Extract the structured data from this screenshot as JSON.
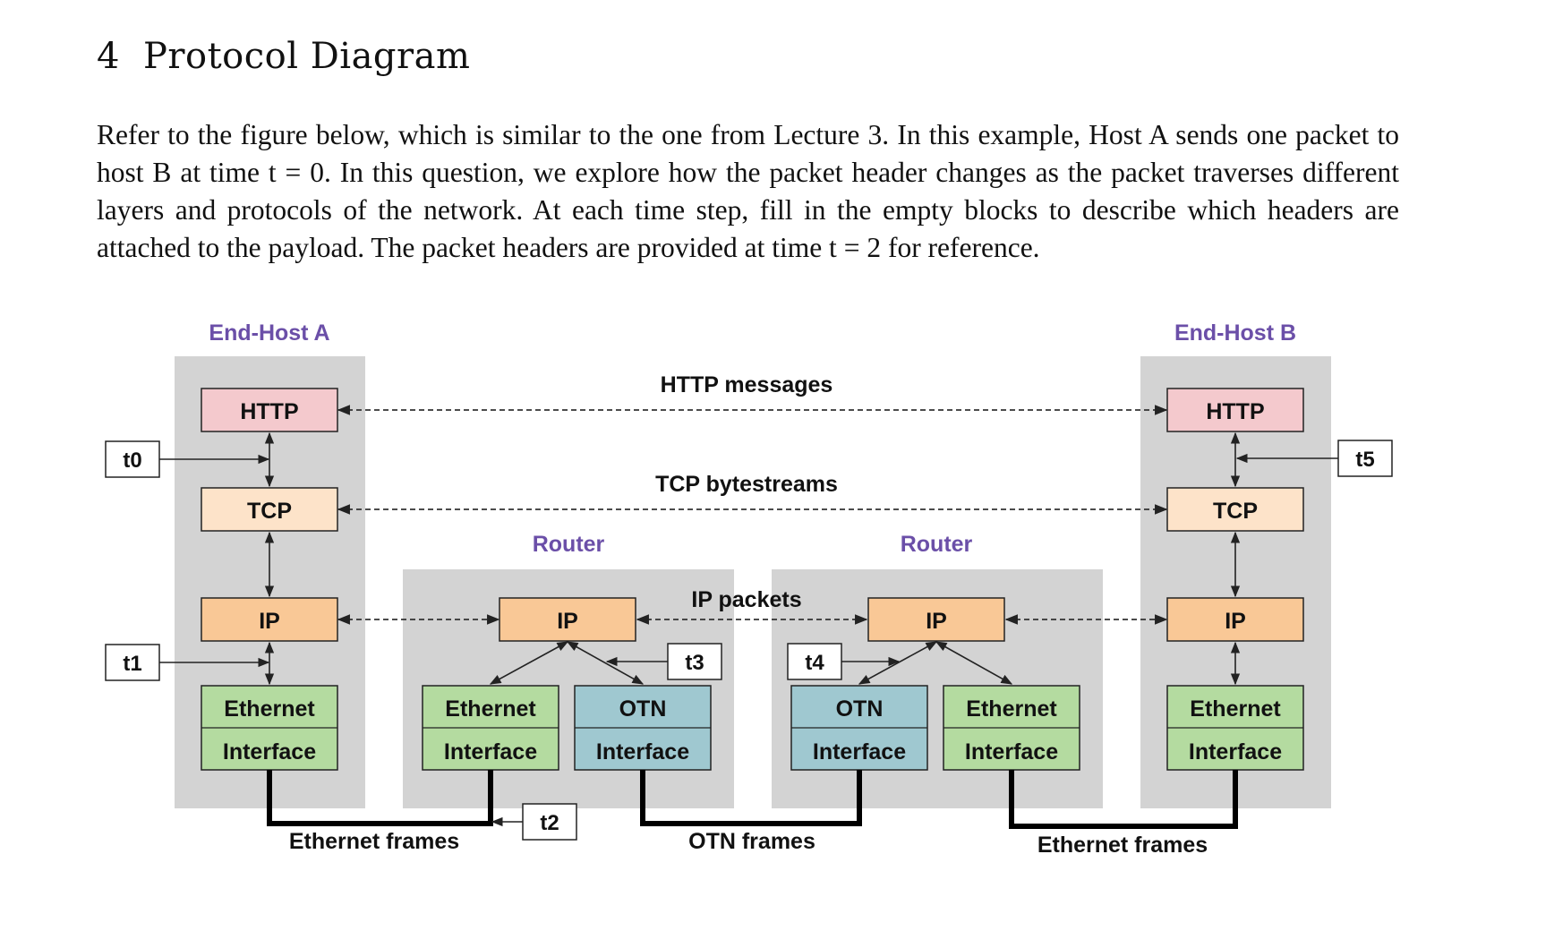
{
  "section": {
    "number": "4",
    "title": "Protocol Diagram"
  },
  "intro": "Refer to the figure below, which is similar to the one from Lecture 3. In this example, Host A sends one packet to host B at time t = 0. In this question, we explore how the packet header changes as the packet traverses different layers and protocols of the network. At each time step, fill in the empty blocks to describe which headers are attached to the payload. The packet headers are provided at time t = 2 for reference.",
  "diagram": {
    "hosts": {
      "a_title": "End-Host A",
      "b_title": "End-Host B",
      "router1_title": "Router",
      "router2_title": "Router"
    },
    "layers": {
      "http": "HTTP",
      "tcp": "TCP",
      "ip": "IP",
      "ethernet": "Ethernet",
      "otn": "OTN",
      "interface": "Interface"
    },
    "flows": {
      "http_messages": "HTTP messages",
      "tcp_bytestreams": "TCP bytestreams",
      "ip_packets": "IP packets",
      "ethernet_frames_1": "Ethernet frames",
      "otn_frames": "OTN frames",
      "ethernet_frames_2": "Ethernet frames"
    },
    "timesteps": {
      "t0": "t0",
      "t1": "t1",
      "t2": "t2",
      "t3": "t3",
      "t4": "t4",
      "t5": "t5"
    },
    "colors": {
      "host_bg": "#d3d3d3",
      "http": "#f4c9cd",
      "tcp": "#fde3c9",
      "ip": "#f9c896",
      "ethernet": "#b4dba0",
      "otn": "#9fc8d0",
      "host_title": "#6b4fa8"
    }
  }
}
